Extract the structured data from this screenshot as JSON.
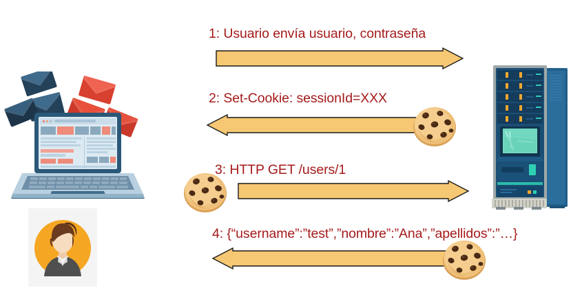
{
  "diagram": {
    "title": "Session cookie exchange sequence",
    "background_color": "#FFFFFF",
    "label_color": "#A41A1A",
    "arrow_fill": "#F7C873",
    "arrow_stroke": "#1A1A1A"
  },
  "actors": {
    "client": {
      "name": "laptop-client",
      "description": "Laptop with envelopes",
      "envelope_colors": [
        "#2C4A63",
        "#E8483A"
      ],
      "screen_color": "#D8E8F0",
      "body_color": "#A8C4D8"
    },
    "user": {
      "name": "user-avatar",
      "description": "Woman avatar on orange circle",
      "circle_color": "#F5A623",
      "background_color": "#F4F4F4",
      "hair_color": "#6B3A1F",
      "suit_color": "#4A4A4A"
    },
    "server": {
      "name": "server-rack",
      "description": "Blue server cabinet with LEDs and monitor",
      "body_color": "#1F6090",
      "panel_color": "#163F63",
      "led_color": "#F0A830",
      "monitor_color": "#6FD9C0",
      "base_color": "#CFCFC8"
    }
  },
  "messages": [
    {
      "step": "1",
      "label": "1: Usuario envía usuario, contraseña",
      "direction": "right",
      "has_cookie": false,
      "cookie_side": null
    },
    {
      "step": "2",
      "label": "2: Set-Cookie: sessionId=XXX",
      "direction": "left",
      "has_cookie": true,
      "cookie_side": "right"
    },
    {
      "step": "3",
      "label": "3: HTTP GET /users/1",
      "direction": "right",
      "has_cookie": true,
      "cookie_side": "left"
    },
    {
      "step": "4",
      "label": "4: {“username”:”test”,”nombre”:”Ana”,”apellidos”:”…}",
      "direction": "left",
      "has_cookie": true,
      "cookie_side": "right"
    }
  ]
}
